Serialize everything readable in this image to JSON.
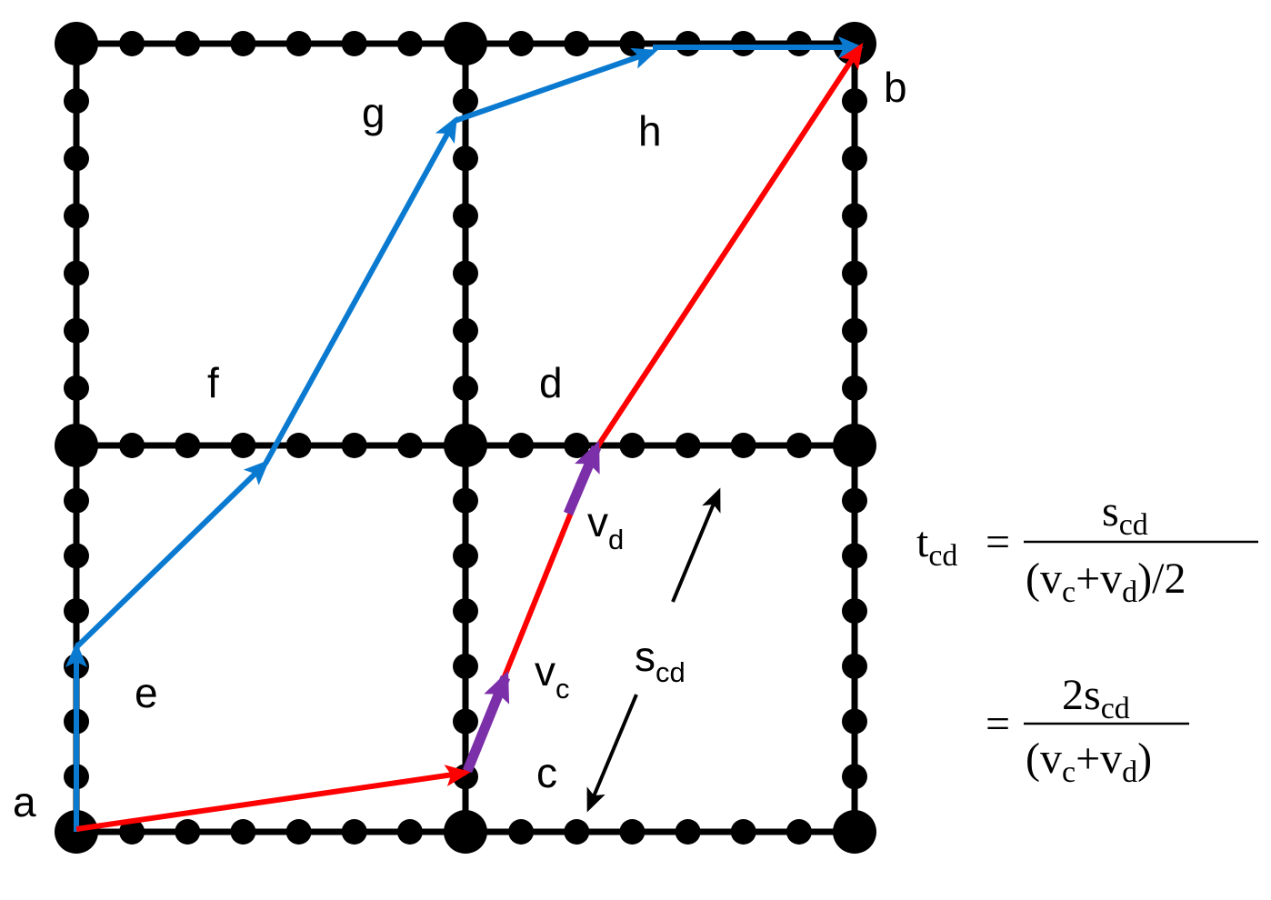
{
  "colors": {
    "grid": "#000000",
    "path_blue": "#0a7ad1",
    "path_red": "#ff0000",
    "velocity_purple": "#7b2fa8",
    "annotation": "#000000"
  },
  "nodes": {
    "a": "a",
    "b": "b",
    "c": "c",
    "d": "d",
    "e": "e",
    "f": "f",
    "g": "g",
    "h": "h"
  },
  "velocities": {
    "vc_main": "v",
    "vc_sub": "c",
    "vd_main": "v",
    "vd_sub": "d"
  },
  "distance": {
    "main": "s",
    "sub": "cd"
  },
  "formula": {
    "lhs_main": "t",
    "lhs_sub": "cd",
    "equals": "=",
    "num1_main": "s",
    "num1_sub": "cd",
    "den1_open": "(v",
    "den1_sub_c": "c",
    "den1_plus": "+v",
    "den1_sub_d": "d",
    "den1_close": ")/2",
    "num2_main": "2s",
    "num2_sub": "cd",
    "den2_open": "(v",
    "den2_sub_c": "c",
    "den2_plus": "+v",
    "den2_sub_d": "d",
    "den2_close": ")"
  }
}
